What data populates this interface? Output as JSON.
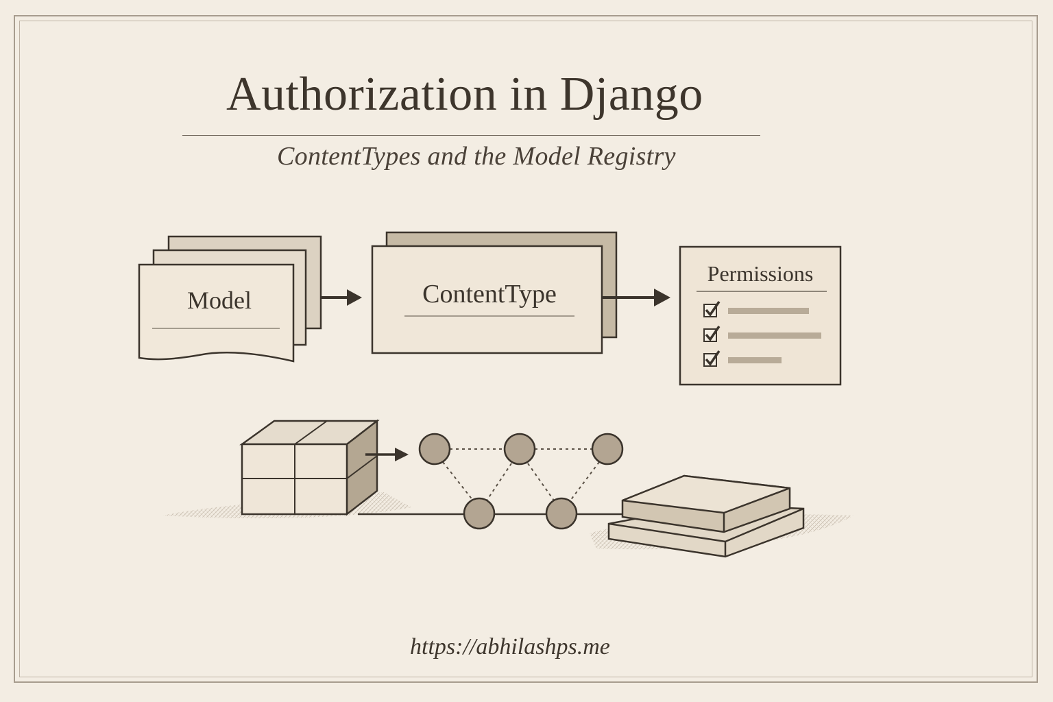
{
  "title": "Authorization in Django",
  "subtitle": "ContentTypes and the Model Registry",
  "footer": {
    "url": "https://abhilashps.me"
  },
  "nodes": {
    "model": {
      "label": "Model"
    },
    "content_type": {
      "label": "ContentType"
    },
    "permissions": {
      "label": "Permissions",
      "checked_items": 3
    }
  },
  "colors": {
    "background": "#f3ede3",
    "ink": "#3b342c",
    "card_fill": "#efe6d8",
    "shadow_fill": "#c9bda8",
    "node_fill": "#b3a592"
  },
  "icons": [
    "arrow-right-icon",
    "checkbox-checked-icon",
    "cube-icon",
    "graph-network-icon",
    "stacked-slabs-icon"
  ]
}
